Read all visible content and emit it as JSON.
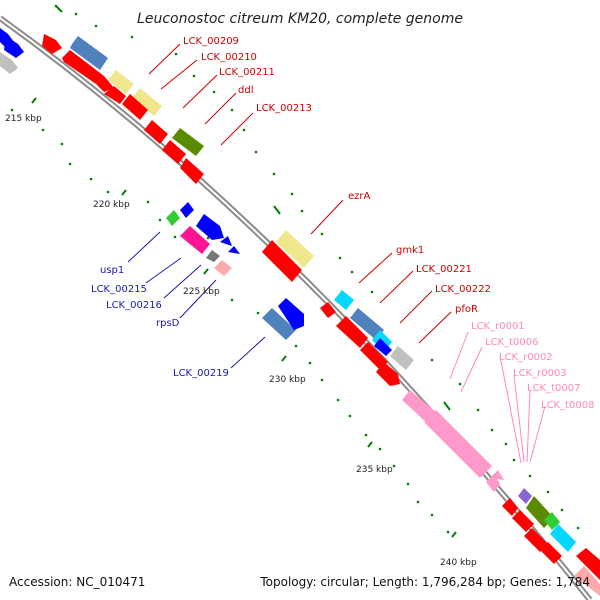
{
  "title": "Leuconostoc citreum KM20, complete genome",
  "footer": {
    "accession": "Accession: NC_010471",
    "summary": "Topology: circular; Length: 1,796,284 bp; Genes: 1,784"
  },
  "ticks": [
    "215 kbp",
    "220 kbp",
    "225 kbp",
    "230 kbp",
    "235 kbp",
    "240 kbp"
  ],
  "colors": {
    "backbone": "#8c8c8c",
    "cds_forward": "#ff0000",
    "cds_reverse": "#0000ff",
    "steel": "#4f81bd",
    "khaki": "#f0e68c",
    "olive": "#5a8a00",
    "gray": "#c0c0c0",
    "pink": "#ff99cc",
    "magenta": "#ff1493",
    "cyan": "#00d8ff",
    "green": "#33cc33",
    "purple": "#8866cc",
    "tick": "#008000",
    "label_red": "#cc0000",
    "label_blue": "#1a1aaa",
    "label_pink": "#ff88bb"
  },
  "labels": {
    "red": [
      "LCK_00209",
      "LCK_00210",
      "LCK_00211",
      "ddl",
      "LCK_00213",
      "ezrA",
      "gmk1",
      "LCK_00221",
      "LCK_00222",
      "pfoR"
    ],
    "blue": [
      "usp1",
      "LCK_00215",
      "LCK_00216",
      "rpsD",
      "LCK_00219"
    ],
    "pink": [
      "LCK_r0001",
      "LCK_t0006",
      "LCK_r0002",
      "LCK_r0003",
      "LCK_t0007",
      "LCK_t0008"
    ]
  }
}
